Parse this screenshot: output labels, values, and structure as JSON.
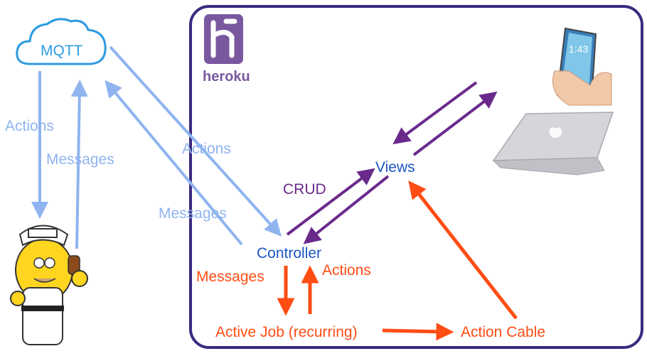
{
  "mqtt": {
    "label": "MQTT"
  },
  "heroku": {
    "wordmark": "heroku",
    "logo_glyph": "h"
  },
  "nodes": {
    "views": "Views",
    "controller": "Controller",
    "active_job": "Active Job (recurring)",
    "action_cable": "Action Cable"
  },
  "edge_labels": {
    "left_actions": "Actions",
    "left_messages": "Messages",
    "diag_actions": "Actions",
    "diag_messages": "Messages",
    "crud": "CRUD",
    "job_messages": "Messages",
    "job_actions": "Actions"
  },
  "images": {
    "phone_time": "1:43"
  },
  "colors": {
    "light_blue": "#8fb4f0",
    "dark_blue": "#1a56c4",
    "orange": "#ff4d14",
    "purple": "#6a2a8c",
    "heroku": "#79589f",
    "frame": "#3a2a80"
  }
}
